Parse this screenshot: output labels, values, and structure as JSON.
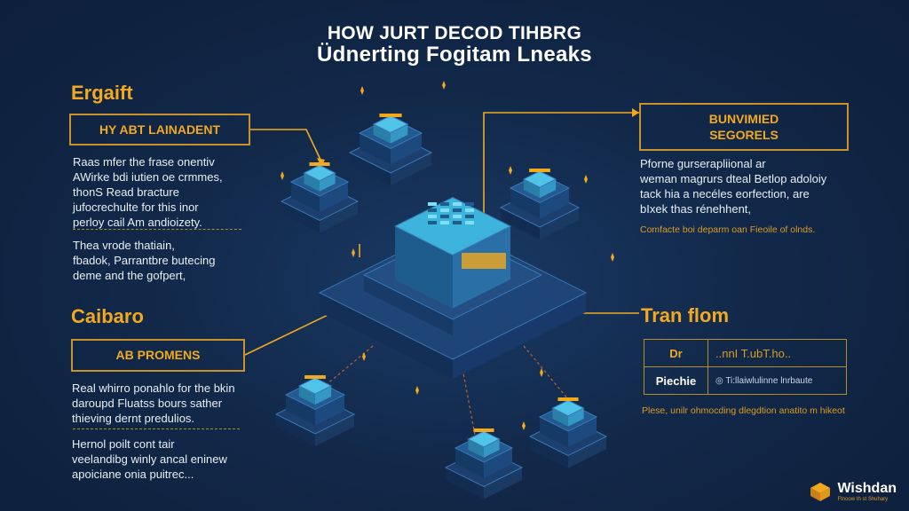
{
  "title": {
    "line1": "HOW JURT DECOD TIHBRG",
    "line2": "Üdnerting Fogitam Lneaks"
  },
  "left_top": {
    "heading": "Ergaift",
    "box_label": "HY ABT LAINADENT",
    "paragraph1": [
      "Raas mfer the frase onentiv",
      "AWirke bdi iutien oe crmmes,",
      "thonS Read bracture",
      "jufocrechulte for this inor",
      "perloy cail Am andioizety."
    ],
    "paragraph2": [
      "Thea vrode thatiain,",
      "fbadok, Parrantbre butecing",
      "deme and the gofpert,"
    ]
  },
  "left_bottom": {
    "heading": "Caibaro",
    "box_label": "AB PROMENS",
    "paragraph1": [
      "Real whirro ponahlo for the bkin",
      "daroupd Fluatss bours sather",
      "thieving dernt predulios."
    ],
    "paragraph2": [
      "Hernol poilt cont tair",
      "veelandibg winly ancal eninew",
      "apoiciane onia puitrec..."
    ]
  },
  "right_top": {
    "box_label": [
      "BUNVIMIED",
      "SEGORELS"
    ],
    "paragraph": [
      "Pforne gurserapliional ar",
      "weman magrurs dteal Betlop adoloiy",
      "tack hia a necéles eorfection, are",
      "bIxek thas rénehhent,"
    ],
    "note": "Comfacte boi deparm oan Fieoile of olnds."
  },
  "right_bottom": {
    "heading": "Tran flom",
    "table": [
      [
        "Dr",
        "..nnI T.ubT.ho.."
      ],
      [
        "Piechie",
        "◎ Ti:llaiwlulinne lnrbaute"
      ]
    ],
    "note": "Plese, unilr ohmocding dlegdtion anatito m hikeot"
  },
  "logo": {
    "name": "Wishdan",
    "tagline": "Ftnoow th st Shuhary"
  },
  "colors": {
    "accent": "#f2a91e",
    "background": "#0f2340",
    "node_cyan": "#4fc3e8",
    "node_blue": "#1f4f86"
  }
}
